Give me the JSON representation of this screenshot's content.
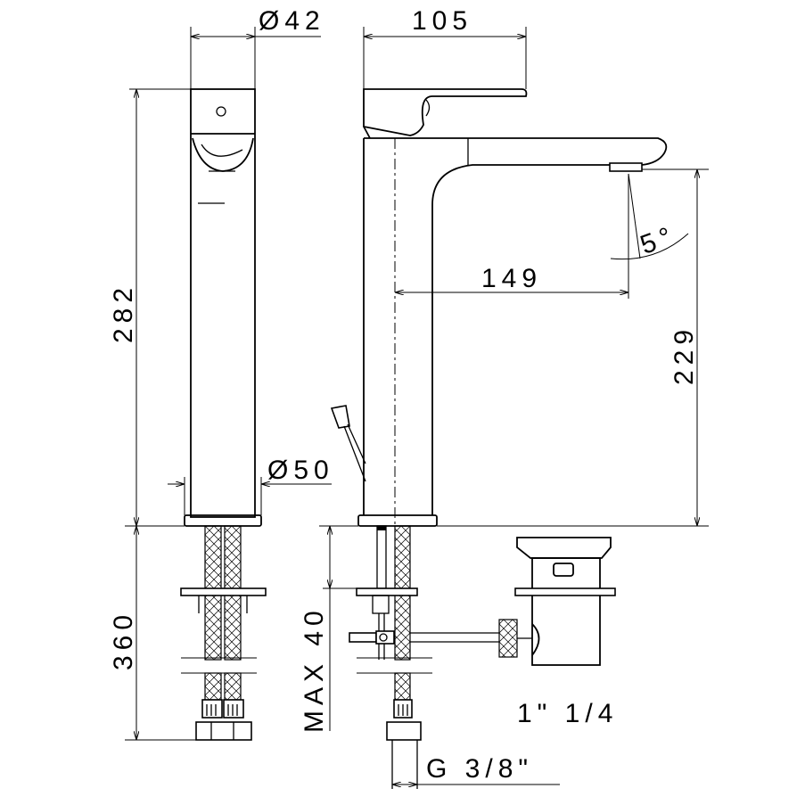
{
  "drawing": {
    "dimensions": {
      "top_diameter": "Ø42",
      "base_diameter": "Ø50",
      "lever_length": "105",
      "total_height": "282",
      "spout_reach": "149",
      "spout_height": "229",
      "spout_angle": "5°",
      "hose_length": "360",
      "max_deck_thickness": "MAX 40",
      "waste_thread": "1\" 1/4",
      "hose_thread": "G 3/8\""
    }
  }
}
